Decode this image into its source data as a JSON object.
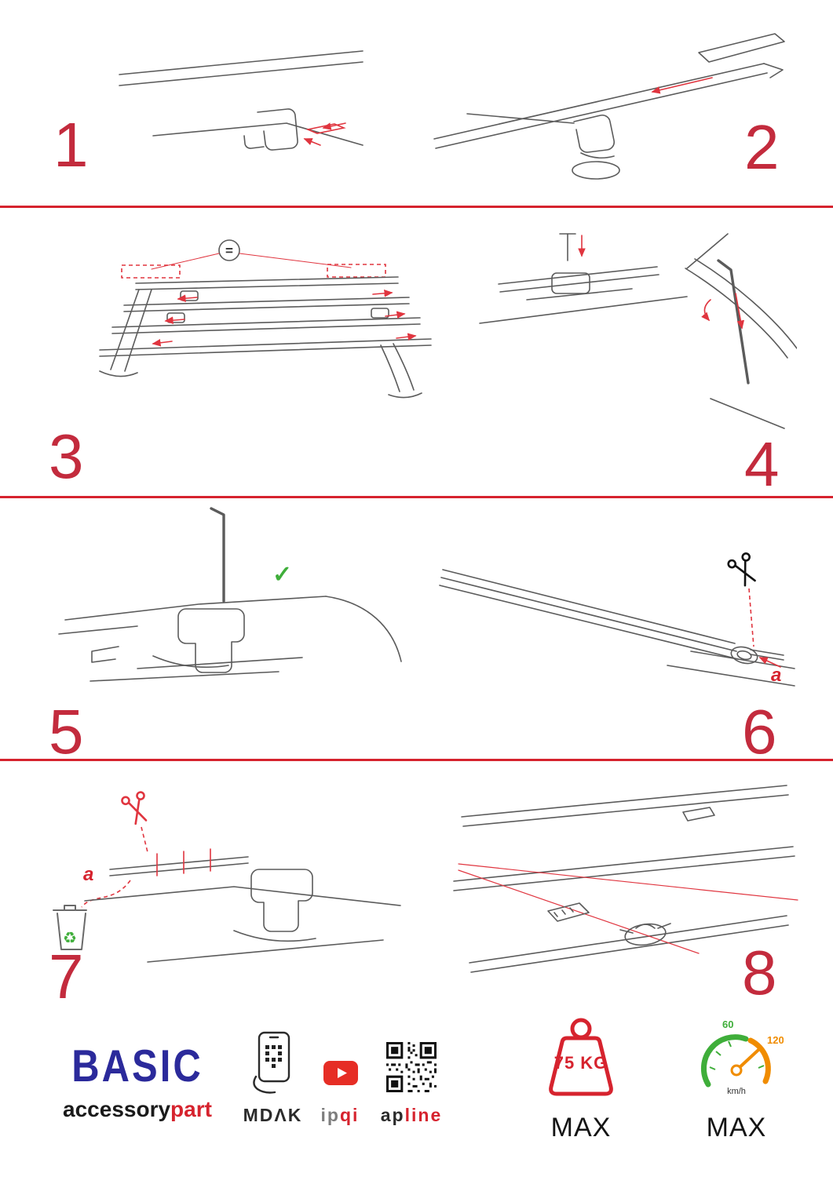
{
  "colors": {
    "accent_red": "#d6232e",
    "step_number": "#c32b3d",
    "green": "#3fae3a",
    "blue": "#2b2a9b",
    "orange": "#f08c00",
    "drawing_gray": "#5b5b5b"
  },
  "steps": [
    {
      "number": "1"
    },
    {
      "number": "2"
    },
    {
      "number": "3"
    },
    {
      "number": "4"
    },
    {
      "number": "5"
    },
    {
      "number": "6"
    },
    {
      "number": "7"
    },
    {
      "number": "8"
    }
  ],
  "labels": {
    "equals": "=",
    "check": "✓",
    "a": "a",
    "recycle": "♻"
  },
  "footer": {
    "basic": "BASIC",
    "accessory": "accessory",
    "part": "part",
    "mdak": "MDΛK",
    "ip": "ip",
    "qi": "qi",
    "ap": "ap",
    "line": "line",
    "weight_value": "75 KG",
    "weight_max": "MAX",
    "speed_60": "60",
    "speed_120": "120",
    "speed_unit": "km/h",
    "speed_max": "MAX"
  }
}
